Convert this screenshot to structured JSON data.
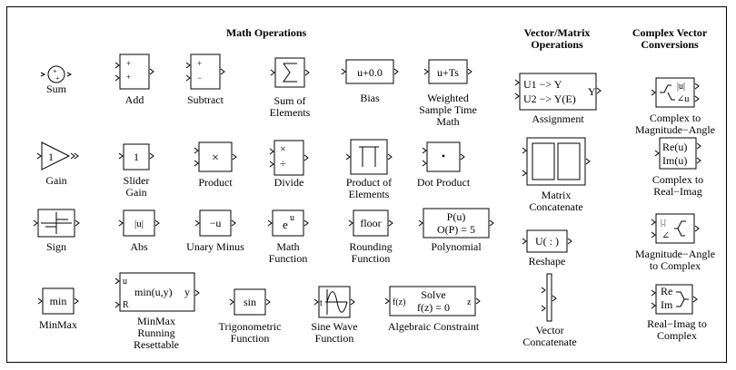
{
  "headings": {
    "math": "Math Operations",
    "vector": [
      "Vector/Matrix",
      "Operations"
    ],
    "complex": [
      "Complex Vector",
      "Conversions"
    ]
  },
  "blocks": {
    "sum": {
      "label": [
        "Sum"
      ]
    },
    "add": {
      "label": [
        "Add"
      ],
      "signs": [
        "+",
        "+"
      ]
    },
    "subtract": {
      "label": [
        "Subtract"
      ],
      "signs": [
        "+",
        "−"
      ]
    },
    "sum_of_elements": {
      "label": [
        "Sum of",
        "Elements"
      ],
      "icon": "∑"
    },
    "bias": {
      "label": [
        "Bias"
      ],
      "text": "u+0.0"
    },
    "weighted_sample_time_math": {
      "label": [
        "Weighted",
        "Sample Time",
        "Math"
      ],
      "text": "u+Ts"
    },
    "assignment": {
      "label": [
        "Assignment"
      ],
      "lines": [
        "U1 −> Y",
        "U2 −> Y(E)"
      ],
      "out": "Y"
    },
    "gain": {
      "label": [
        "Gain"
      ],
      "text": "1"
    },
    "slider_gain": {
      "label": [
        "Slider",
        "Gain"
      ],
      "text": "1"
    },
    "product": {
      "label": [
        "Product"
      ],
      "text": "×"
    },
    "divide": {
      "label": [
        "Divide"
      ],
      "signs": [
        "×",
        "÷"
      ]
    },
    "product_of_elements": {
      "label": [
        "Product of",
        "Elements"
      ]
    },
    "dot_product": {
      "label": [
        "Dot Product"
      ],
      "text": "•"
    },
    "matrix_concatenate": {
      "label": [
        "Matrix",
        "Concatenate"
      ]
    },
    "sign": {
      "label": [
        "Sign"
      ]
    },
    "abs": {
      "label": [
        "Abs"
      ],
      "text": "|u|"
    },
    "unary_minus": {
      "label": [
        "Unary Minus"
      ],
      "text": "−u"
    },
    "math_function": {
      "label": [
        "Math",
        "Function"
      ],
      "base": "e",
      "exp": "u"
    },
    "rounding_function": {
      "label": [
        "Rounding",
        "Function"
      ],
      "text": "floor"
    },
    "polynomial": {
      "label": [
        "Polynomial"
      ],
      "lines": [
        "P(u)",
        "O(P) = 5"
      ]
    },
    "reshape": {
      "label": [
        "Reshape"
      ],
      "text": "U( : )"
    },
    "minmax": {
      "label": [
        "MinMax"
      ],
      "text": "min"
    },
    "minmax_running_resettable": {
      "label": [
        "MinMax",
        "Running",
        "Resettable"
      ],
      "text": "min(u,y)",
      "in_u": "u",
      "in_r": "R",
      "out": "y"
    },
    "trigonometric_function": {
      "label": [
        "Trigonometric",
        "Function"
      ],
      "text": "sin"
    },
    "sine_wave_function": {
      "label": [
        "Sine Wave",
        "Function"
      ],
      "in": "t"
    },
    "algebraic_constraint": {
      "label": [
        "Algebraic Constraint"
      ],
      "lines": [
        "Solve",
        "f(z) = 0"
      ],
      "in": "f(z)",
      "out": "z"
    },
    "vector_concatenate": {
      "label": [
        "Vector",
        "Concatenate"
      ]
    },
    "complex_to_magnitude_angle": {
      "label": [
        "Complex to",
        "Magnitude−Angle"
      ],
      "outs": [
        "|u|",
        "∠u"
      ]
    },
    "complex_to_real_imag": {
      "label": [
        "Complex to",
        "Real−Imag"
      ],
      "outs": [
        "Re(u)",
        "Im(u)"
      ]
    },
    "magnitude_angle_to_complex": {
      "label": [
        "Magnitude−Angle",
        "to Complex"
      ],
      "ins": [
        "|.|",
        "∠"
      ]
    },
    "real_imag_to_complex": {
      "label": [
        "Real−Imag to",
        "Complex"
      ],
      "ins": [
        "Re",
        "Im"
      ]
    }
  }
}
